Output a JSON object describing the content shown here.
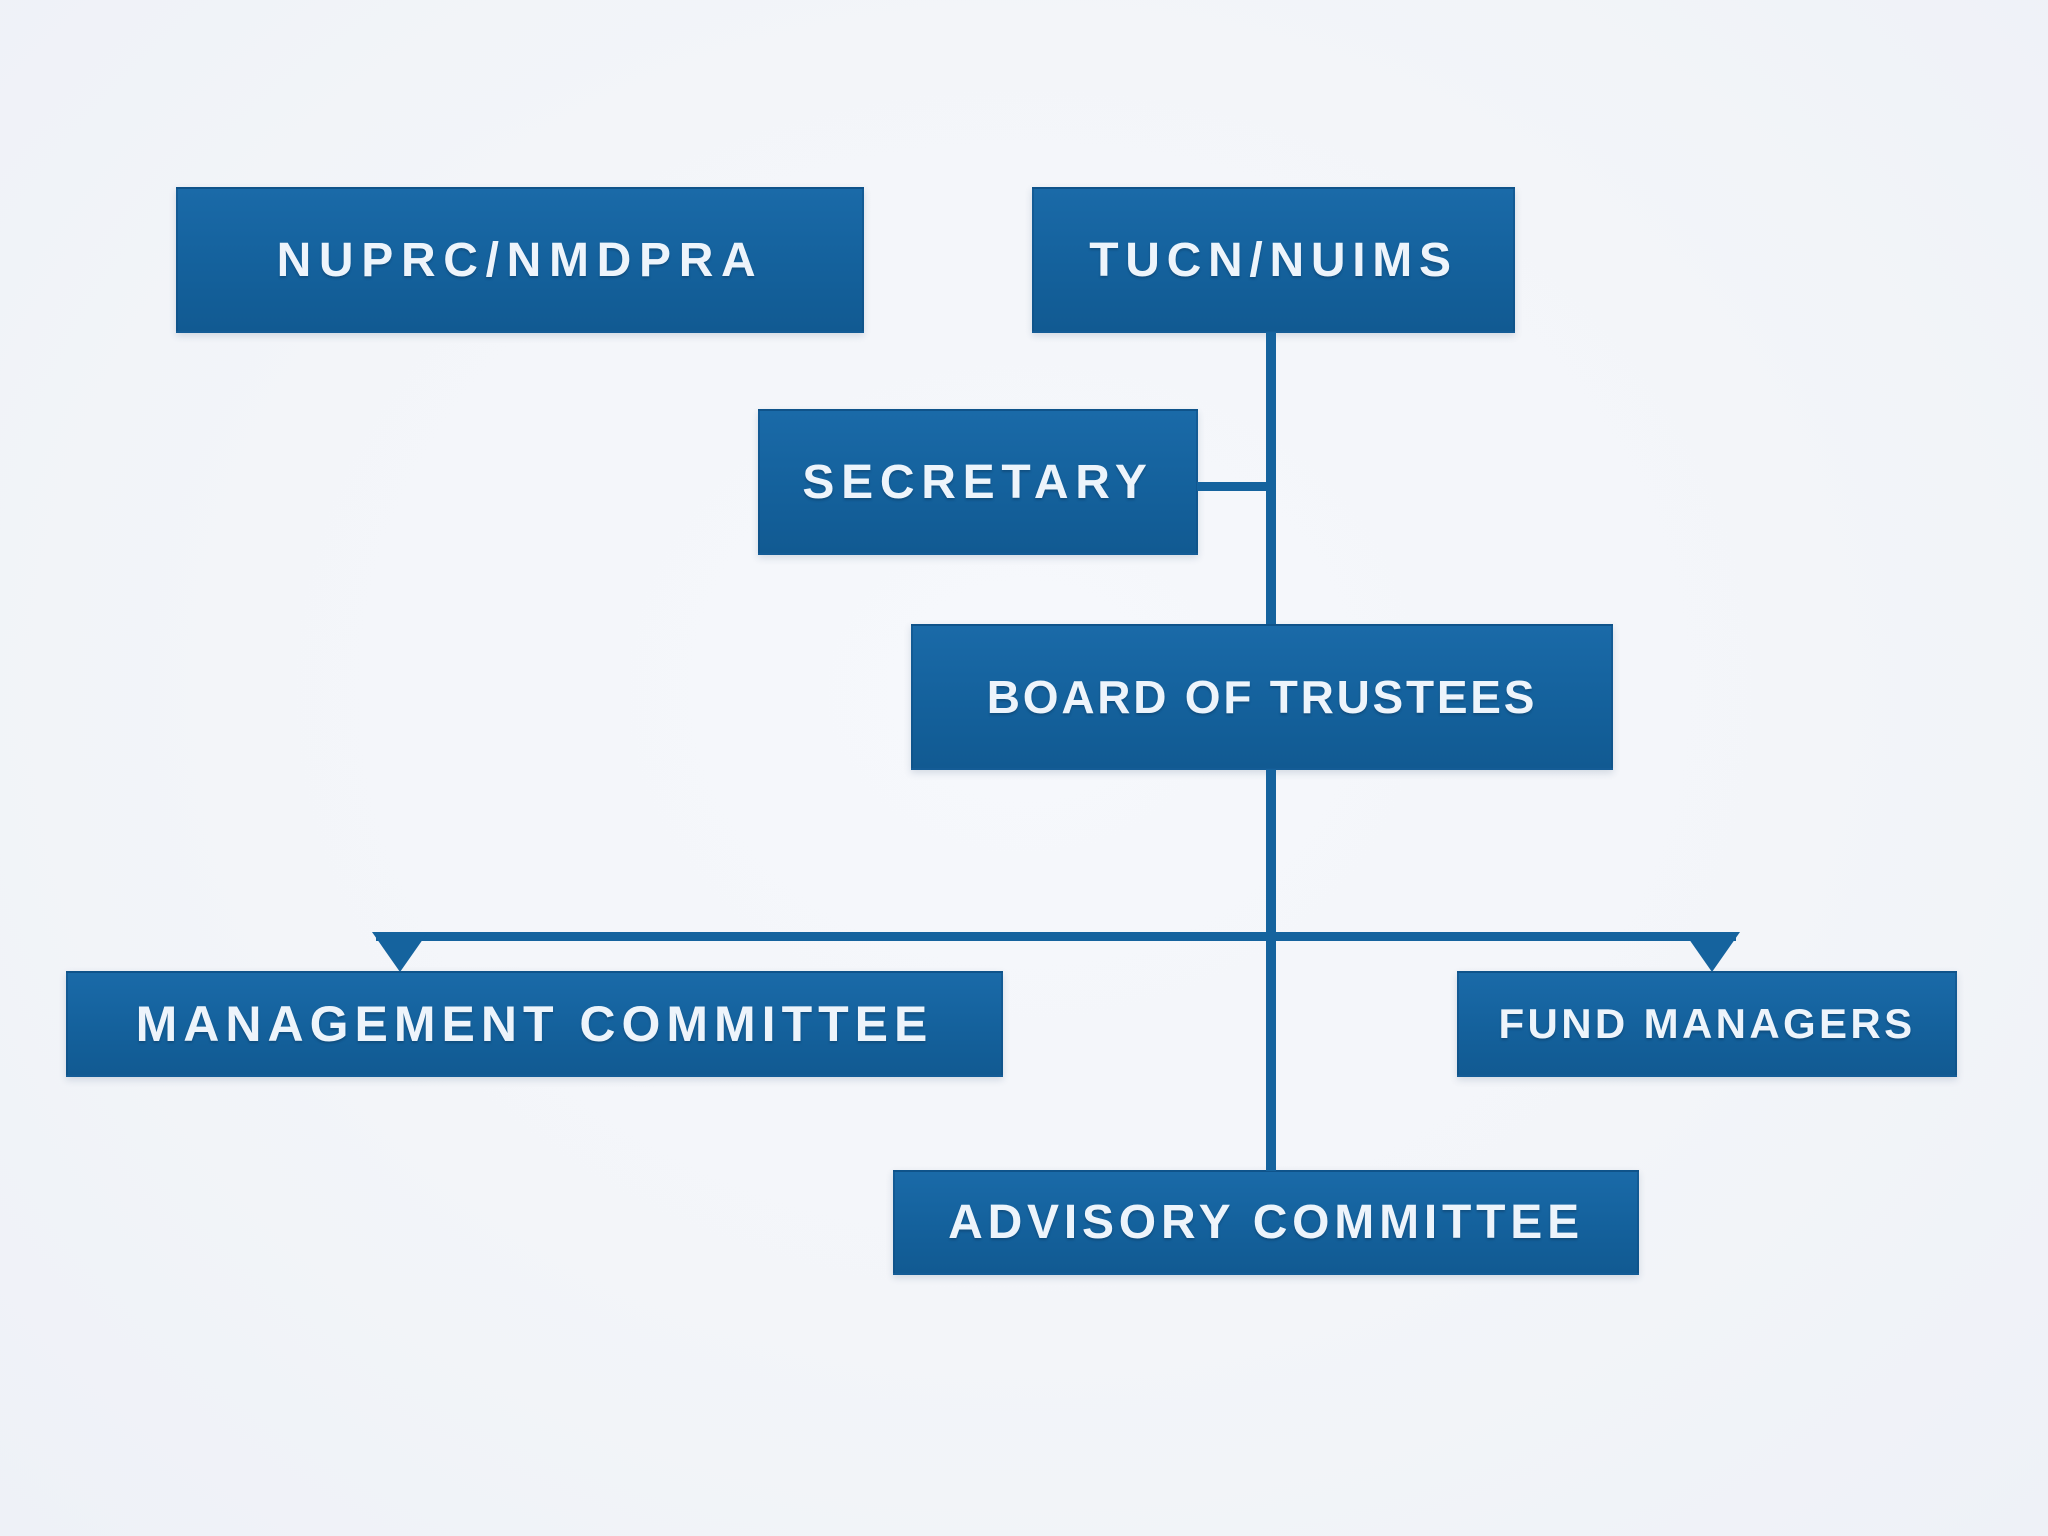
{
  "diagram": {
    "type": "org-chart",
    "nodes": {
      "nuprc": {
        "label": "NUPRC/NMDPRA"
      },
      "tucn": {
        "label": "TUCN/NUIMS"
      },
      "secretary": {
        "label": "SECRETARY"
      },
      "board": {
        "label": "BOARD OF TRUSTEES"
      },
      "management": {
        "label": "MANAGEMENT COMMITTEE"
      },
      "fund": {
        "label": "FUND MANAGERS"
      },
      "advisory": {
        "label": "ADVISORY COMMITTEE"
      }
    },
    "edges": [
      {
        "from": "TUCN/NUIMS",
        "to": "BOARD OF TRUSTEES",
        "style": "line"
      },
      {
        "from": "SECRETARY",
        "to": "TUCN/NUIMS – BOARD OF TRUSTEES line",
        "style": "line"
      },
      {
        "from": "BOARD OF TRUSTEES",
        "to": "MANAGEMENT COMMITTEE",
        "style": "arrow-down"
      },
      {
        "from": "BOARD OF TRUSTEES",
        "to": "FUND MANAGERS",
        "style": "arrow-down"
      },
      {
        "from": "BOARD OF TRUSTEES",
        "to": "ADVISORY COMMITTEE",
        "style": "line"
      }
    ],
    "colors": {
      "box_fill": "#14619C",
      "box_border": "#0D4C80",
      "line": "#15639E",
      "text": "#EDF4FB",
      "background": "#F3F5F9"
    }
  }
}
